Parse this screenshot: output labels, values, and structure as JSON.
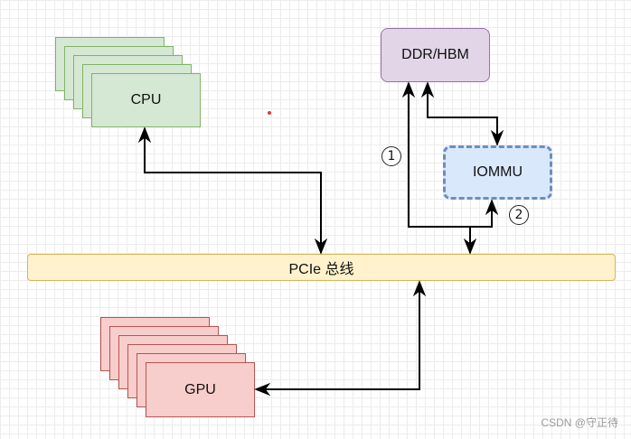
{
  "nodes": {
    "cpu": "CPU",
    "gpu": "GPU",
    "memory": "DDR/HBM",
    "iommu": "IOMMU",
    "bus": "PCIe 总线"
  },
  "markers": {
    "path_one": "1",
    "path_two": "2"
  },
  "watermark": "CSDN @守正待",
  "colors": {
    "cpu_fill": "#d5e8d4",
    "gpu_fill": "#f8cecc",
    "memory_fill": "#e1d5e7",
    "iommu_fill": "#dae8fc",
    "bus_fill": "#fff2cc",
    "connector": "#000000"
  }
}
